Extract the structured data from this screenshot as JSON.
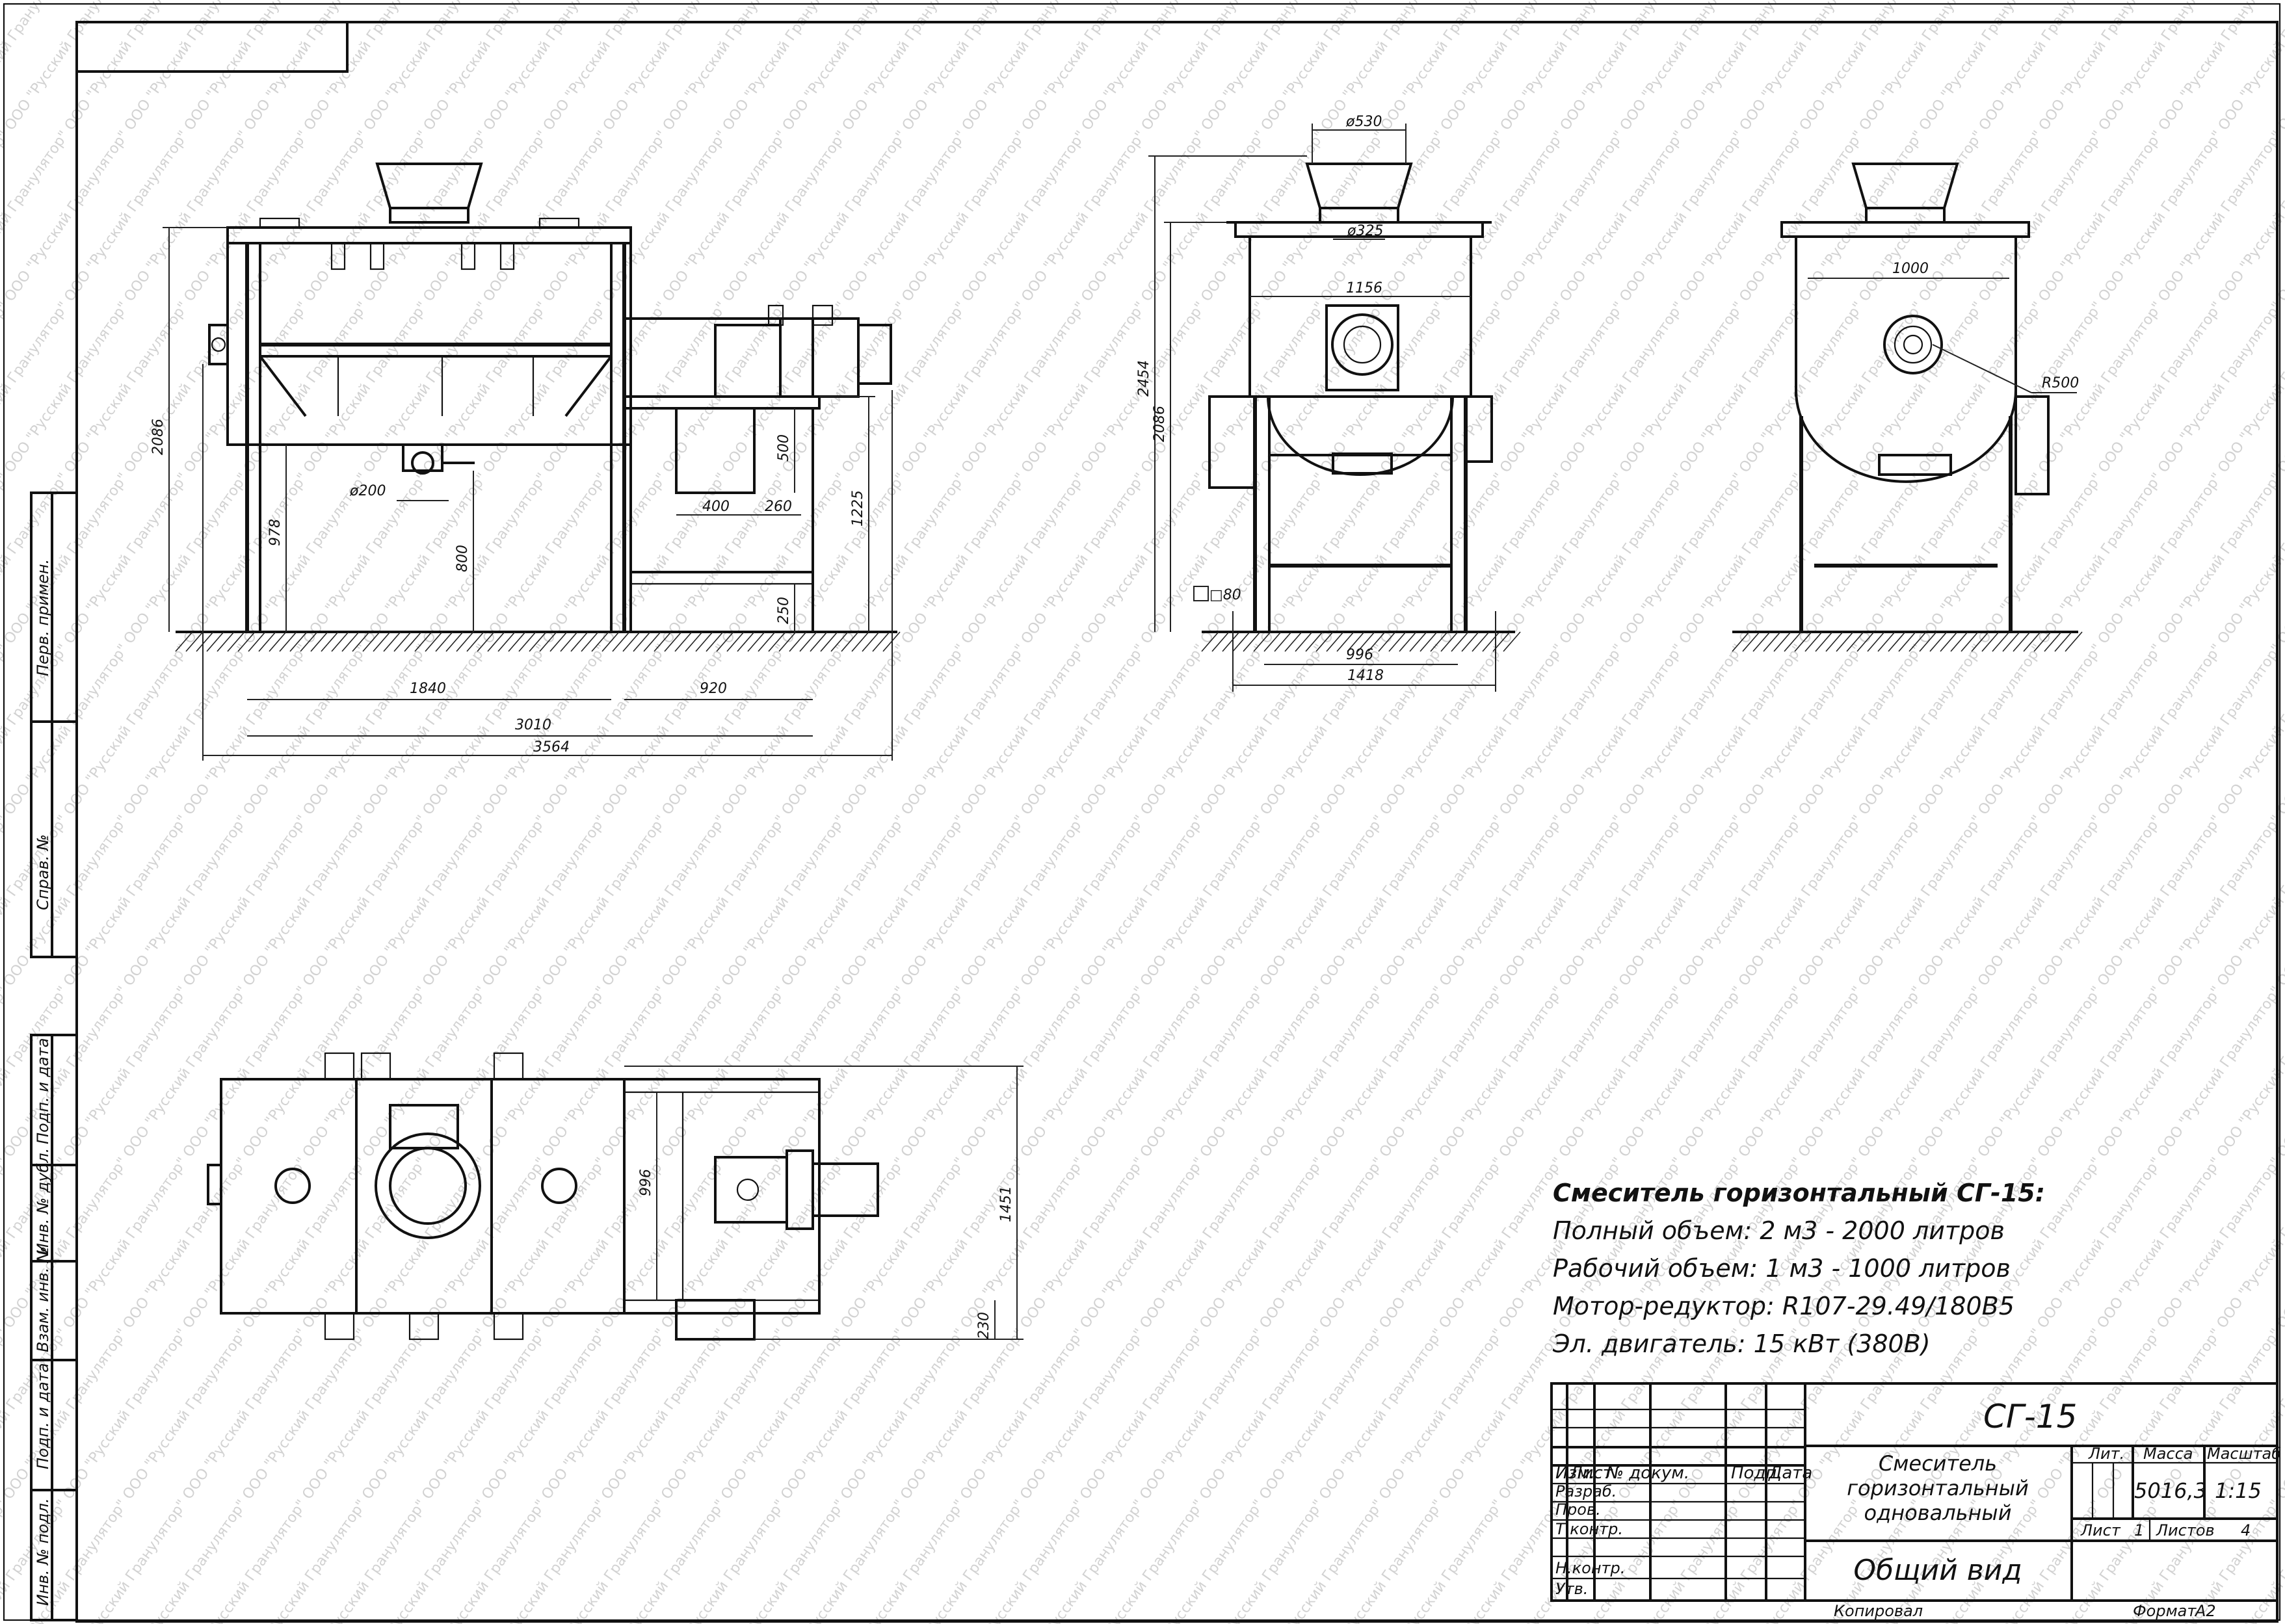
{
  "watermark": {
    "text": "ООО \"Русский Гранулятор\""
  },
  "side_labels": [
    "Перв. примен.",
    "Справ. №",
    "Подп. и дата",
    "Инв. № дубл.",
    "Взам. инв. №",
    "Подп. и дата",
    "Инв. № подл."
  ],
  "dimensions": {
    "front": {
      "overall_height": "2086",
      "outlet_diameter": "ø200",
      "outlet_height": "978",
      "outlet_to_floor": "800",
      "motor_frame_width": "400",
      "motor_frame_offset": "260",
      "motor_frame_height": "500",
      "motor_platform_height": "1225",
      "frame_low": "250",
      "tank_length": "1840",
      "motor_frame_length": "920",
      "body_length": "3010",
      "total_length": "3564"
    },
    "side": {
      "inlet_diameter": "ø530",
      "neck_diameter": "ø325",
      "width_inner": "1156",
      "total_height": "2454",
      "tank_height": "2086",
      "profile": "□80",
      "leg_spacing": "996",
      "leg_width": "1418"
    },
    "end": {
      "width": "1000",
      "radius": "R500"
    },
    "top": {
      "frame_width": "996",
      "overall_width": "1451",
      "offset": "230"
    }
  },
  "specs": {
    "title": "Смеситель горизонтальный СГ-15:",
    "lines": [
      "Полный объем: 2 м3 - 2000 литров",
      "Рабочий объем: 1 м3 - 1000 литров",
      "Мотор-редуктор: R107-29.49/180В5",
      "Эл. двигатель: 15 кВт (380В)"
    ]
  },
  "title_block": {
    "designation": "СГ-15",
    "name_lines": [
      "Смеситель",
      "горизонтальный",
      "одновальный"
    ],
    "view_name": "Общий вид",
    "col_headers": [
      "Изм.",
      "Лист",
      "№ докум.",
      "Подп.",
      "Дата"
    ],
    "row_labels": [
      "Разраб.",
      "Пров.",
      "Т.контр.",
      "Н.контр.",
      "Утв."
    ],
    "lit_label": "Лит.",
    "mass_label": "Масса",
    "scale_label": "Масштаб",
    "mass": "5016,3",
    "scale": "1:15",
    "sheet_label": "Лист",
    "sheet_value": "1",
    "sheets_label": "Листов",
    "sheets_value": "4",
    "copied": "Копировал",
    "format_label": "Формат",
    "format_value": "А2"
  }
}
